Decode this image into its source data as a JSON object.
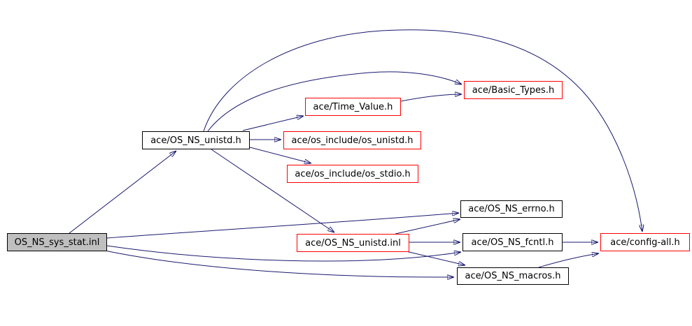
{
  "diagram": {
    "type": "include-dependency-graph",
    "nodes": [
      {
        "id": "os-ns-sys-stat-inl",
        "label": "OS_NS_sys_stat.inl",
        "role": "current-file"
      },
      {
        "id": "ace-os-ns-unistd-h",
        "label": "ace/OS_NS_unistd.h",
        "role": "documented"
      },
      {
        "id": "ace-time-value-h",
        "label": "ace/Time_Value.h",
        "role": "truncated"
      },
      {
        "id": "ace-os-include-os-unistd-h",
        "label": "ace/os_include/os_unistd.h",
        "role": "truncated"
      },
      {
        "id": "ace-os-include-os-stdio-h",
        "label": "ace/os_include/os_stdio.h",
        "role": "truncated"
      },
      {
        "id": "ace-basic-types-h",
        "label": "ace/Basic_Types.h",
        "role": "truncated"
      },
      {
        "id": "ace-os-ns-errno-h",
        "label": "ace/OS_NS_errno.h",
        "role": "documented"
      },
      {
        "id": "ace-os-ns-unistd-inl",
        "label": "ace/OS_NS_unistd.inl",
        "role": "truncated"
      },
      {
        "id": "ace-os-ns-fcntl-h",
        "label": "ace/OS_NS_fcntl.h",
        "role": "documented"
      },
      {
        "id": "ace-config-all-h",
        "label": "ace/config-all.h",
        "role": "truncated"
      },
      {
        "id": "ace-os-ns-macros-h",
        "label": "ace/OS_NS_macros.h",
        "role": "documented"
      }
    ],
    "edges": [
      {
        "from": "OS_NS_sys_stat.inl",
        "to": "ace/OS_NS_unistd.h"
      },
      {
        "from": "OS_NS_sys_stat.inl",
        "to": "ace/OS_NS_errno.h"
      },
      {
        "from": "OS_NS_sys_stat.inl",
        "to": "ace/OS_NS_fcntl.h"
      },
      {
        "from": "OS_NS_sys_stat.inl",
        "to": "ace/OS_NS_macros.h"
      },
      {
        "from": "ace/OS_NS_unistd.h",
        "to": "ace/config-all.h"
      },
      {
        "from": "ace/OS_NS_unistd.h",
        "to": "ace/Basic_Types.h"
      },
      {
        "from": "ace/OS_NS_unistd.h",
        "to": "ace/Time_Value.h"
      },
      {
        "from": "ace/OS_NS_unistd.h",
        "to": "ace/os_include/os_unistd.h"
      },
      {
        "from": "ace/OS_NS_unistd.h",
        "to": "ace/os_include/os_stdio.h"
      },
      {
        "from": "ace/OS_NS_unistd.h",
        "to": "ace/OS_NS_unistd.inl"
      },
      {
        "from": "ace/Time_Value.h",
        "to": "ace/Basic_Types.h"
      },
      {
        "from": "ace/OS_NS_unistd.inl",
        "to": "ace/OS_NS_errno.h"
      },
      {
        "from": "ace/OS_NS_unistd.inl",
        "to": "ace/OS_NS_fcntl.h"
      },
      {
        "from": "ace/OS_NS_unistd.inl",
        "to": "ace/OS_NS_macros.h"
      },
      {
        "from": "ace/OS_NS_fcntl.h",
        "to": "ace/config-all.h"
      },
      {
        "from": "ace/OS_NS_macros.h",
        "to": "ace/config-all.h"
      }
    ],
    "colors": {
      "edge": "#191970",
      "node_border": "#000000",
      "truncated_border": "#ff0000",
      "current_node_fill": "#bfbfbf",
      "background": "#ffffff"
    }
  }
}
